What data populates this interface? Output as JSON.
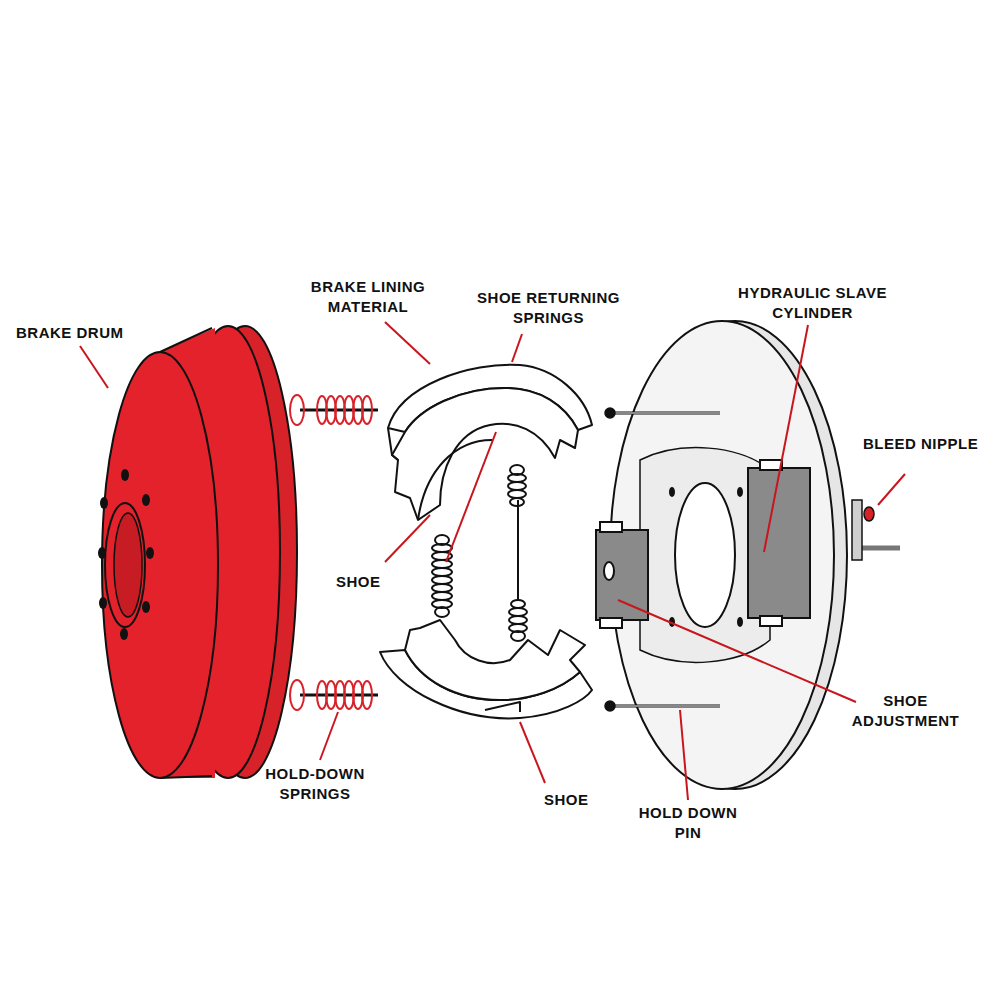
{
  "diagram": {
    "labels": [
      "BRAKE DRUM",
      "BRAKE LINING MATERIAL",
      "SHOE RETURNING SPRINGS",
      "HYDRAULIC SLAVE CYLINDER",
      "BLEED NIPPLE",
      "SHOE",
      "SHOE ADJUSTMENT",
      "HOLD-DOWN SPRINGS",
      "SHOE",
      "HOLD DOWN PIN"
    ]
  }
}
